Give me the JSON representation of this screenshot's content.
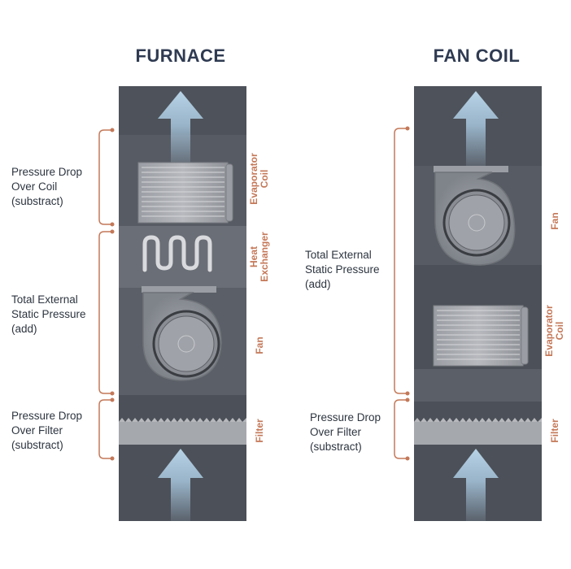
{
  "furnace": {
    "title": "FURNACE",
    "labels": {
      "coil": [
        "Pressure Drop",
        "Over Coil",
        "(substract)"
      ],
      "tesp": [
        "Total External",
        "Static Pressure",
        "(add)"
      ],
      "filter": [
        "Pressure Drop",
        "Over Filter",
        "(substract)"
      ]
    },
    "components": {
      "coil": [
        "Evaporator",
        "Coil"
      ],
      "heat": [
        "Heat",
        "Exchanger"
      ],
      "fan": [
        "Fan"
      ],
      "filter": [
        "Filter"
      ]
    }
  },
  "fan_coil": {
    "title": "FAN COIL",
    "labels": {
      "tesp": [
        "Total External",
        "Static Pressure",
        "(add)"
      ],
      "filter": [
        "Pressure Drop",
        "Over Filter",
        "(substract)"
      ]
    },
    "components": {
      "fan": [
        "Fan"
      ],
      "coil": [
        "Evaporator",
        "Coil"
      ],
      "filter": [
        "Filter"
      ]
    }
  },
  "colors": {
    "duct": "#4c5058",
    "duct_light": "#5d616a",
    "component": "#8c8f96",
    "arrow": "#a7c6dd",
    "bracket": "#c47858",
    "title": "#2f3b52",
    "text": "#2d3540"
  }
}
